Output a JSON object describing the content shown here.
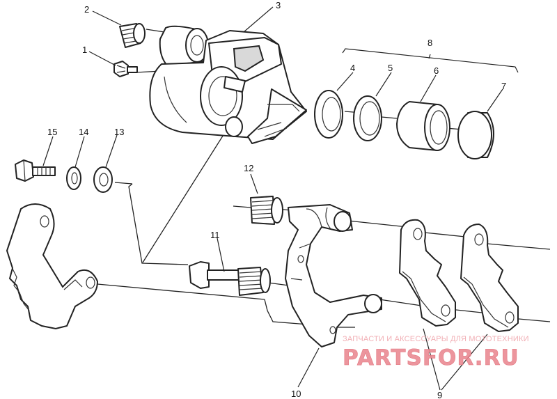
{
  "callouts": {
    "c1": "1",
    "c2": "2",
    "c3": "3",
    "c4": "4",
    "c5": "5",
    "c6": "6",
    "c7": "7",
    "c8": "8",
    "c9": "9",
    "c10": "10",
    "c11": "11",
    "c12": "12",
    "c13": "13",
    "c14": "14",
    "c15": "15"
  },
  "watermark": {
    "tagline": "ЗАПЧАСТИ И АКСЕССУАРЫ ДЛЯ МОТОТЕХНИКИ",
    "logo_text": "PARTSFOR.RU",
    "color": "#e06b76"
  }
}
